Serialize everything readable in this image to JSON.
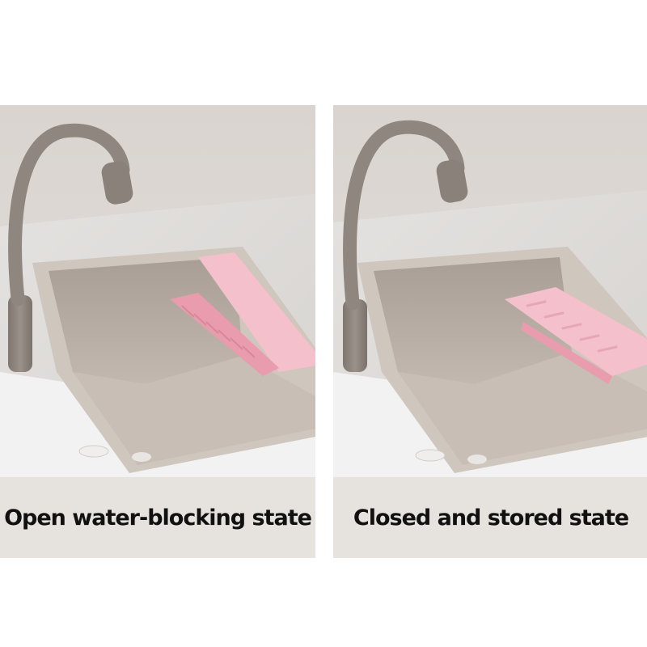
{
  "panels": [
    {
      "caption": "Open water-blocking state",
      "state": "open"
    },
    {
      "caption": "Closed and stored state",
      "state": "closed"
    }
  ],
  "colors": {
    "background": "#ffffff",
    "panel": "#e6e2dd",
    "countertop": "#dedbd8",
    "sink_basin": "#b9aea5",
    "faucet": "#8f877f",
    "splash_guard": "#eeaab8",
    "caption_text": "#111111"
  }
}
